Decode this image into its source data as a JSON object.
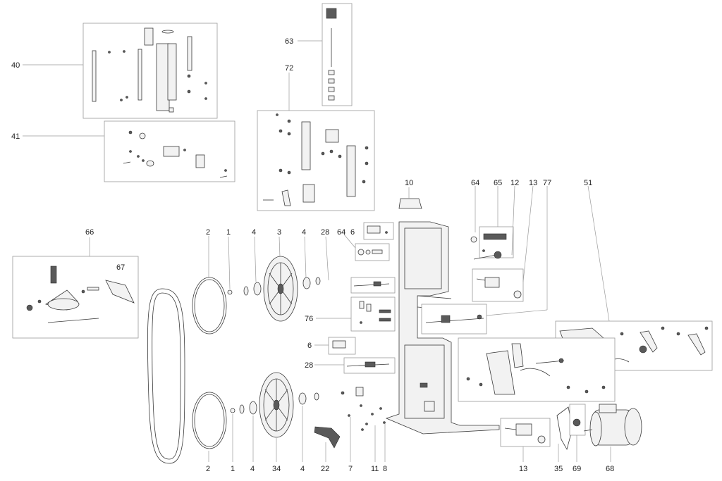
{
  "diagram": {
    "callouts": [
      "40",
      "41",
      "63",
      "72",
      "10",
      "64",
      "65",
      "12",
      "13",
      "77",
      "51",
      "66",
      "67",
      "2",
      "1",
      "4",
      "3",
      "4",
      "28",
      "64",
      "6",
      "76",
      "6",
      "28",
      "2",
      "1",
      "4",
      "34",
      "4",
      "22",
      "7",
      "11",
      "8",
      "13",
      "35",
      "69",
      "68"
    ]
  },
  "colors": {
    "line": "#3a3a3a",
    "frame": "#9a9a9a",
    "text": "#1e1e1e"
  }
}
